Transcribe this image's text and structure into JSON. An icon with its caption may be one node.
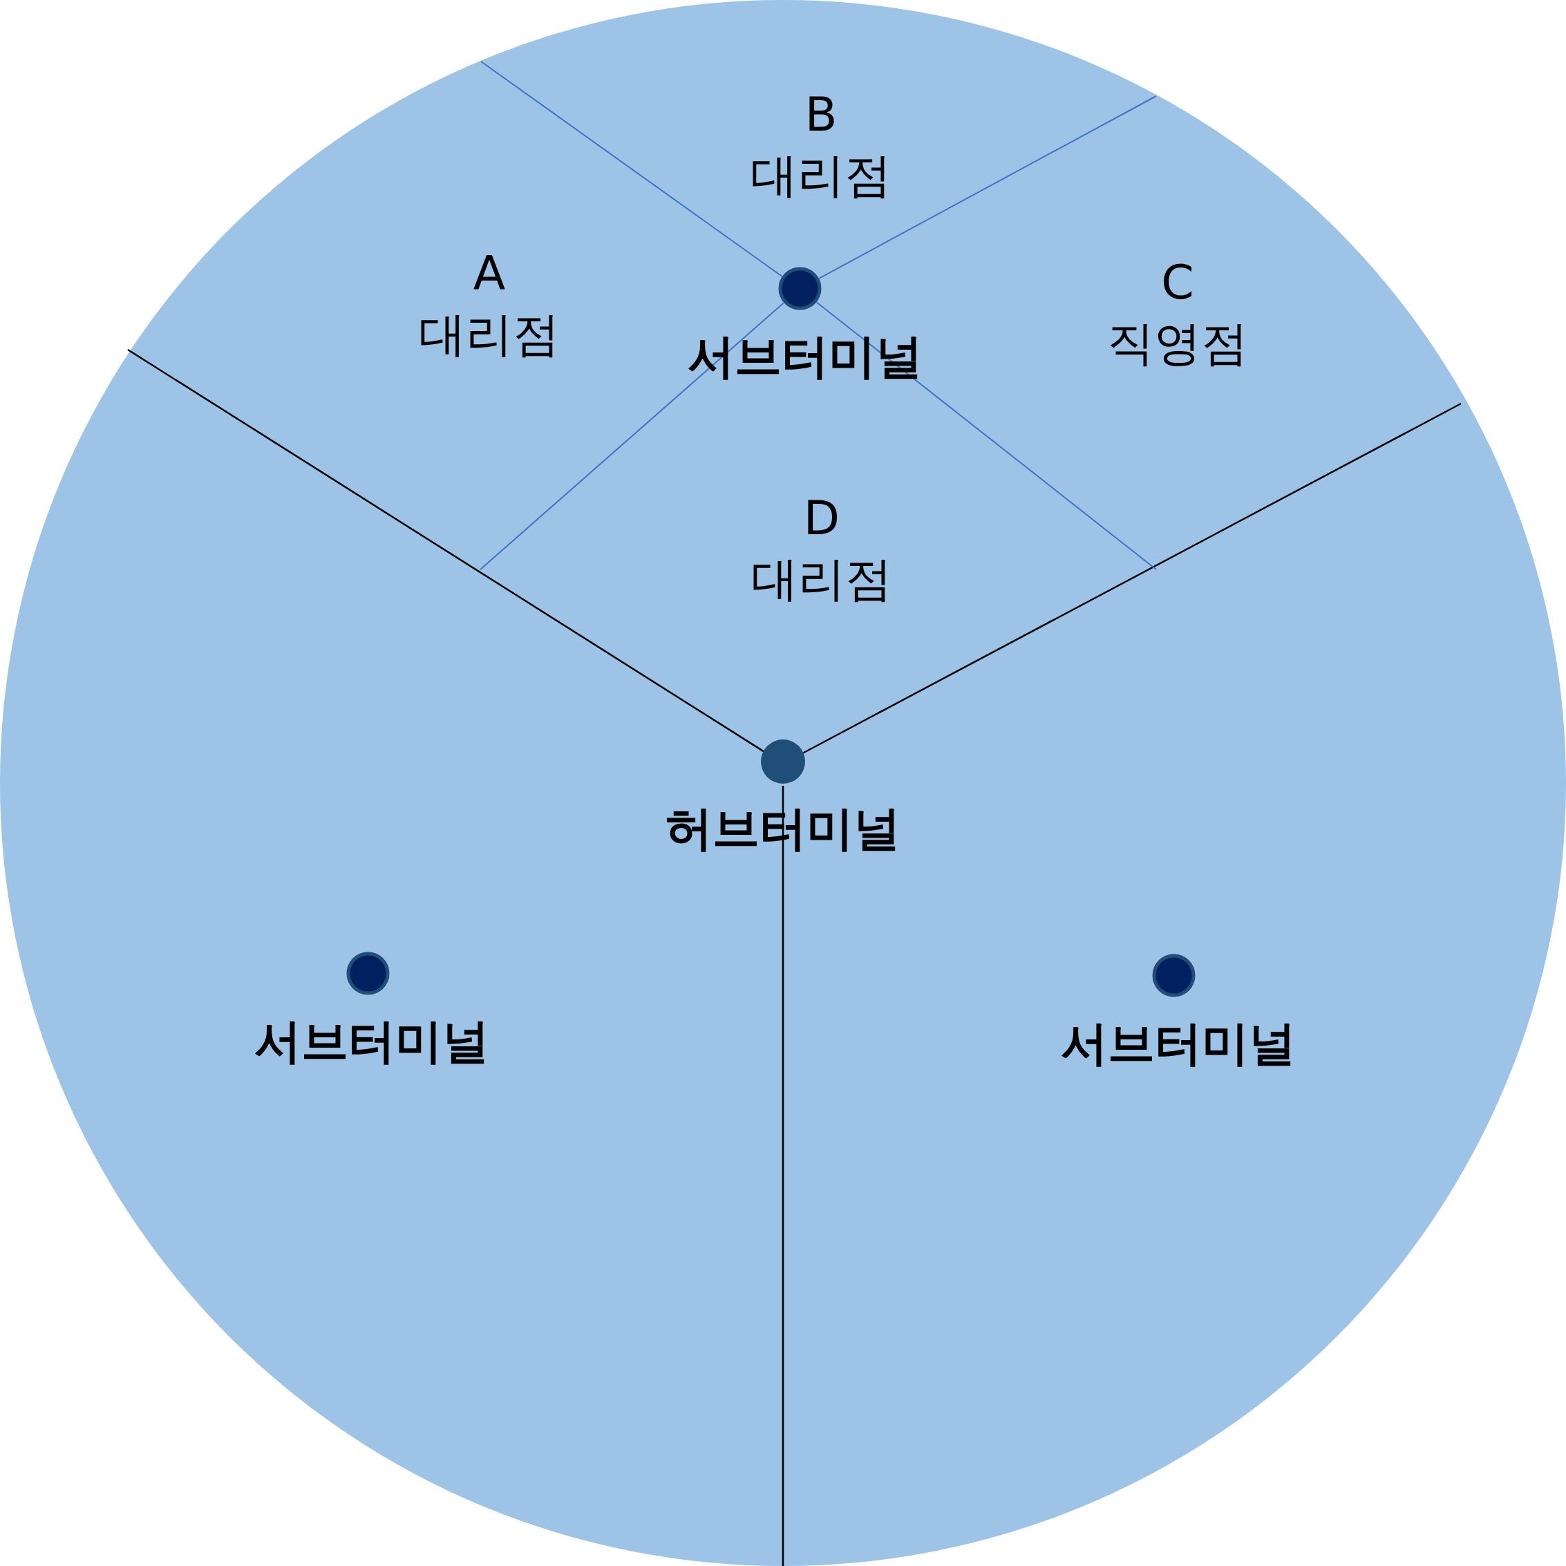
{
  "diagram": {
    "nodes": [
      {
        "text": [],
        "shape": "circle"
      },
      {
        "text": [
          "서브터미널"
        ],
        "in": 0
      },
      {
        "text": [
          "허브터미널"
        ],
        "in": 0
      },
      {
        "text": [
          "서브터미널"
        ],
        "in": 0
      },
      {
        "text": [
          "서브터미널"
        ],
        "in": 0
      }
    ],
    "labels": [
      "B 대리점",
      "A 대리점",
      "C 직영점",
      "D 대리점"
    ]
  }
}
